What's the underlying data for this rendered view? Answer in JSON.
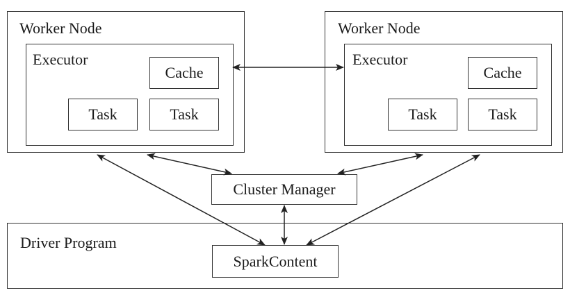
{
  "worker_left": {
    "title": "Worker Node",
    "executor": {
      "title": "Executor",
      "cache": "Cache",
      "task_1": "Task",
      "task_2": "Task"
    }
  },
  "worker_right": {
    "title": "Worker Node",
    "executor": {
      "title": "Executor",
      "cache": "Cache",
      "task_1": "Task",
      "task_2": "Task"
    }
  },
  "cluster_manager": {
    "label": "Cluster Manager"
  },
  "driver": {
    "title": "Driver Program",
    "spark_context": "SparkContent"
  },
  "colors": {
    "stroke": "#333333",
    "text": "#1a1a1a",
    "background": "#ffffff"
  }
}
